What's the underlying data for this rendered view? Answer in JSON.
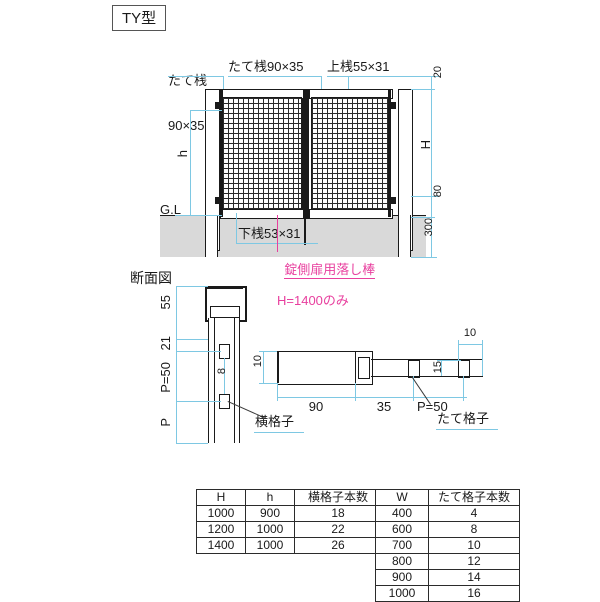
{
  "title_badge": "TY型",
  "elevation": {
    "labels": {
      "stile_left_line1": "たて桟",
      "stile_left_line2": "90×35",
      "stile_mid": "たて桟90×35",
      "top_rail": "上桟55×31",
      "bottom_rail": "下桟53×31",
      "ground_line": "G.L",
      "drop_rod_line1": "錠側扉用落し棒",
      "drop_rod_line2": "H=1400のみ"
    },
    "dims": {
      "top_offset": "20",
      "height_H": "H",
      "height_h": "h",
      "bottom_offset": "80",
      "embed_depth": "300"
    }
  },
  "section": {
    "title": "断面図",
    "labels": {
      "horizontal_lattice": "横格子",
      "vertical_lattice": "たて格子"
    },
    "dims": {
      "v_55": "55",
      "v_21": "21",
      "v_P50": "P=50",
      "v_P": "P",
      "v_8": "8",
      "h_10_left": "10",
      "h_90": "90",
      "h_35": "35",
      "h_P50": "P=50",
      "h_15": "15",
      "h_10_right": "10"
    }
  },
  "tables": {
    "left": {
      "headers": [
        "H",
        "h",
        "横格子本数"
      ],
      "rows": [
        [
          "1000",
          "900",
          "18"
        ],
        [
          "1200",
          "1000",
          "22"
        ],
        [
          "1400",
          "1000",
          "26"
        ]
      ]
    },
    "right": {
      "headers": [
        "W",
        "たて格子本数"
      ],
      "rows": [
        [
          "400",
          "4"
        ],
        [
          "600",
          "8"
        ],
        [
          "700",
          "10"
        ],
        [
          "800",
          "12"
        ],
        [
          "900",
          "14"
        ],
        [
          "1000",
          "16"
        ]
      ]
    }
  },
  "colors": {
    "dimension": "#7ec8e3",
    "annotation": "#e83f9e",
    "line": "#1a1a1a",
    "ground_fill": "#d9d9d9"
  }
}
